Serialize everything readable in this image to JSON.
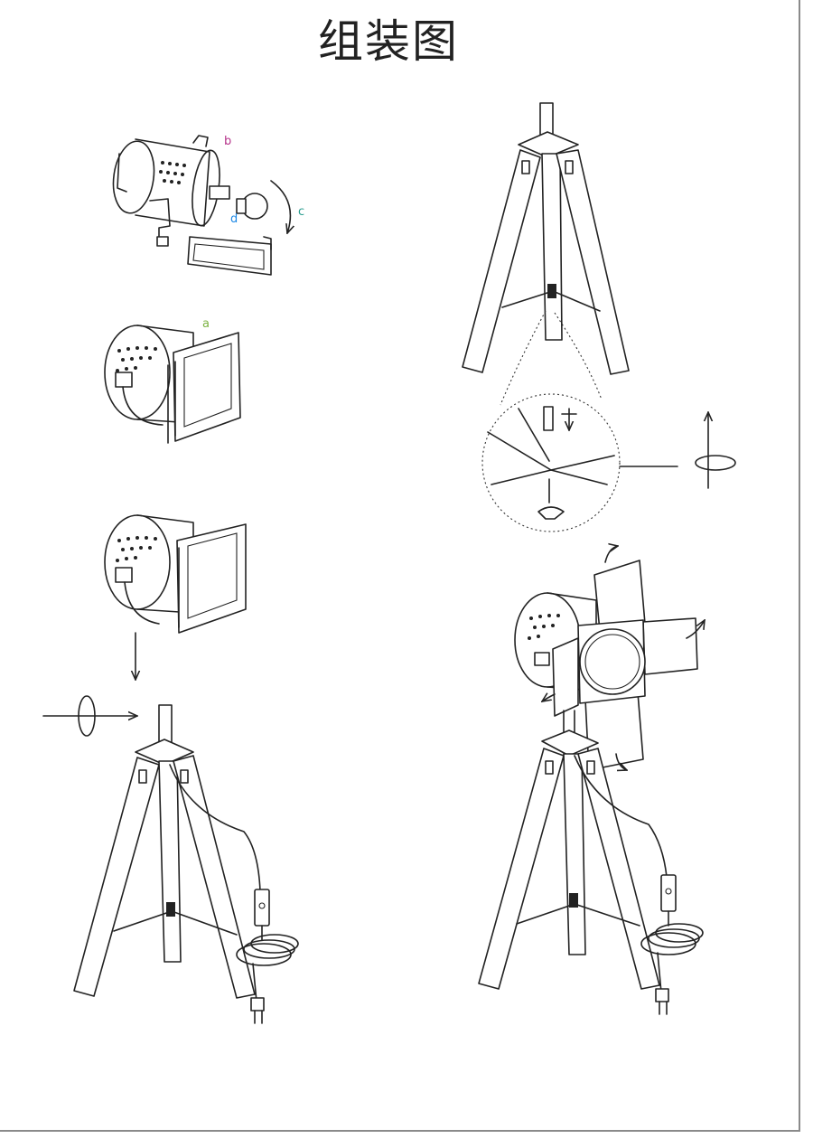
{
  "title": "组装图",
  "labels": {
    "a": "a",
    "b": "b",
    "c": "c",
    "d": "d"
  },
  "colors": {
    "label_a": "#7cb342",
    "label_b": "#b5338a",
    "label_c": "#2a9d8f",
    "label_d": "#1e88e5",
    "line": "#222222"
  }
}
